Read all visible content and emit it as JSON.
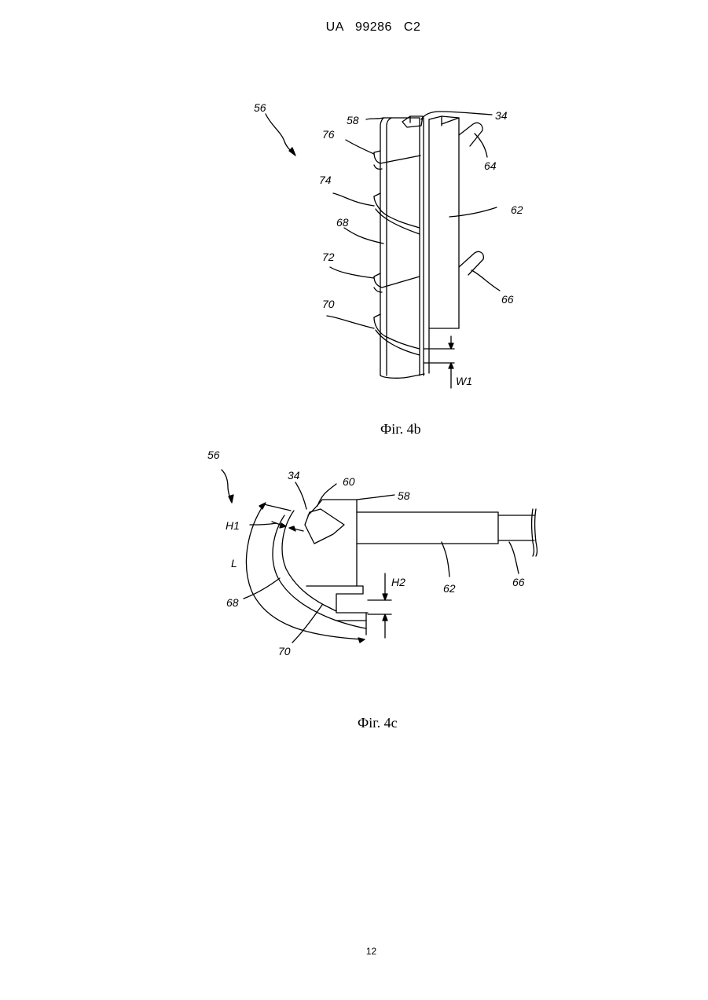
{
  "header": {
    "patent_number": "UA   99286   C2"
  },
  "figure_4b": {
    "caption": "Фіг. 4b",
    "labels": {
      "l56": "56",
      "l58": "58",
      "l34": "34",
      "l76": "76",
      "l64": "64",
      "l74": "74",
      "l62": "62",
      "l68": "68",
      "l72": "72",
      "l66": "66",
      "l70": "70",
      "lW1": "W1"
    }
  },
  "figure_4c": {
    "caption": "Фіг. 4c",
    "labels": {
      "l56": "56",
      "l34": "34",
      "l60": "60",
      "l58": "58",
      "lH1": "H1",
      "lL": "L",
      "lH2": "H2",
      "l62": "62",
      "l66": "66",
      "l68": "68",
      "l70": "70"
    }
  },
  "footer": {
    "page_number": "12"
  }
}
